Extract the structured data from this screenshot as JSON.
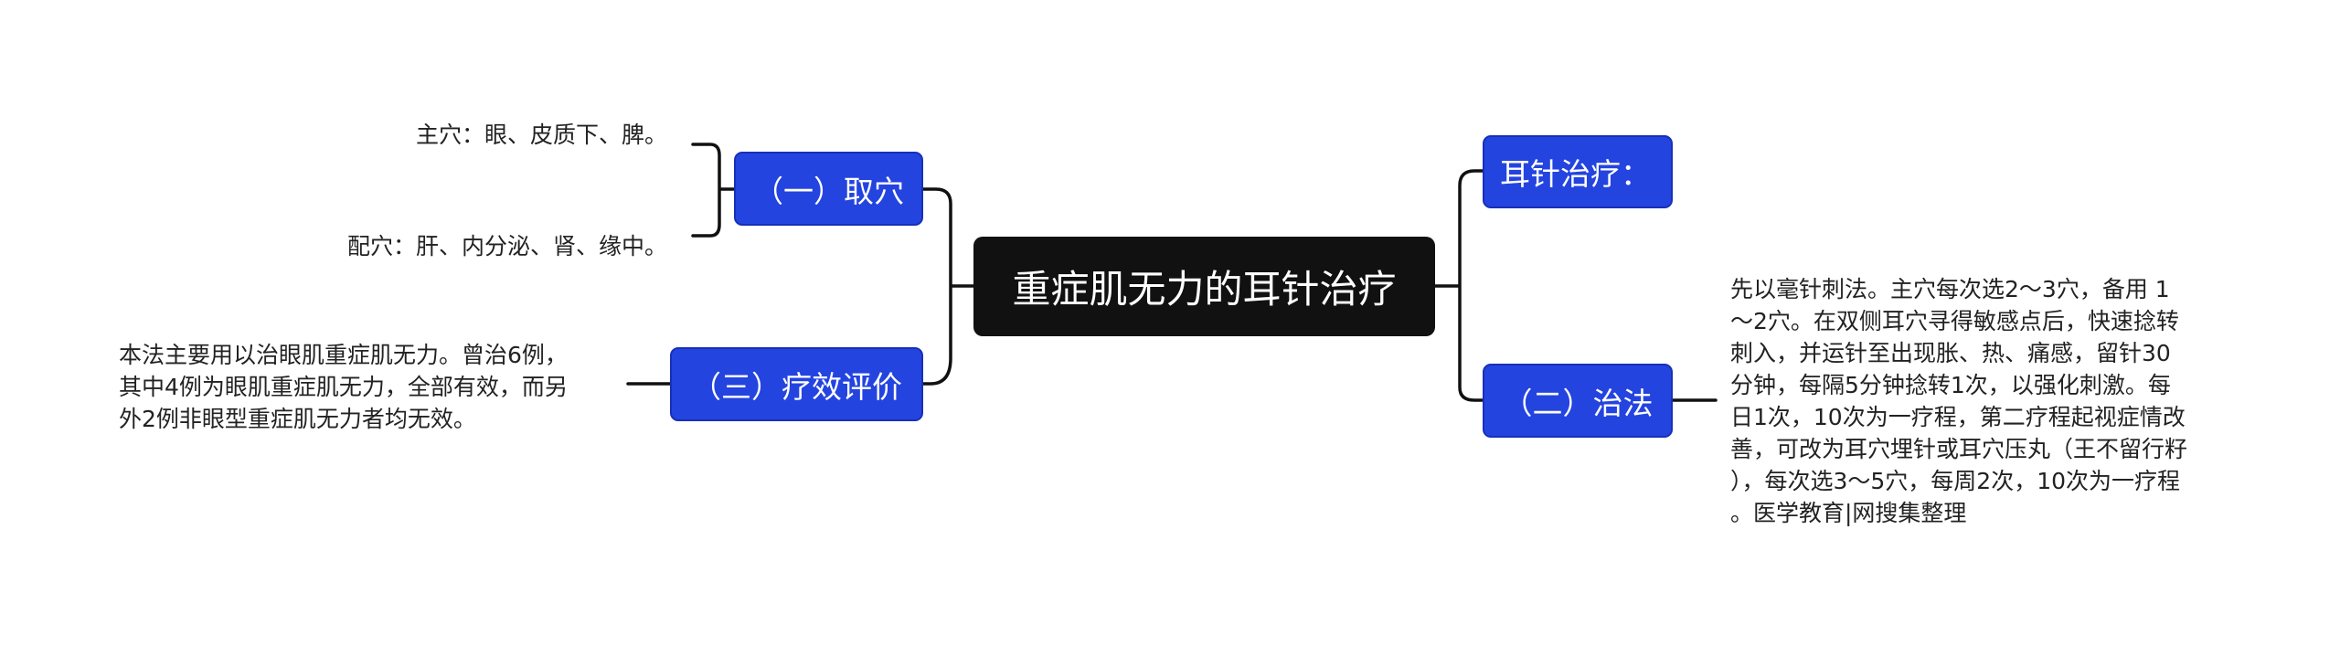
{
  "root": {
    "label": "重症肌无力的耳针治疗"
  },
  "branches": {
    "quxue": {
      "label": "（一）取穴",
      "leaves": [
        "主穴：眼、皮质下、脾。",
        "配穴：肝、内分泌、肾、缘中。"
      ]
    },
    "liaoxiao": {
      "label": "（三）疗效评价",
      "leaf_lines": [
        "本法主要用以治眼肌重症肌无力。曾治6例，",
        "其中4例为眼肌重症肌无力，全部有效，而另",
        "外2例非眼型重症肌无力者均无效。"
      ]
    },
    "erzhen": {
      "label": "耳针治疗："
    },
    "zhifa": {
      "label": "（二）治法",
      "leaf_lines": [
        "先以毫针刺法。主穴每次选2～3穴，备用 1",
        "～2穴。在双侧耳穴寻得敏感点后，快速捻转",
        "刺入，并运针至出现胀、热、痛感，留针30",
        "分钟，每隔5分钟捻转1次，以强化刺激。每",
        "日1次，10次为一疗程，第二疗程起视症情改",
        "善，可改为耳穴埋针或耳穴压丸（王不留行籽",
        "），每次选3～5穴，每周2次，10次为一疗程",
        "。医学教育|网搜集整理"
      ]
    }
  },
  "colors": {
    "root_bg": "#111111",
    "branch_bg": "#2444e0",
    "line": "#111111",
    "text": "#222222"
  }
}
